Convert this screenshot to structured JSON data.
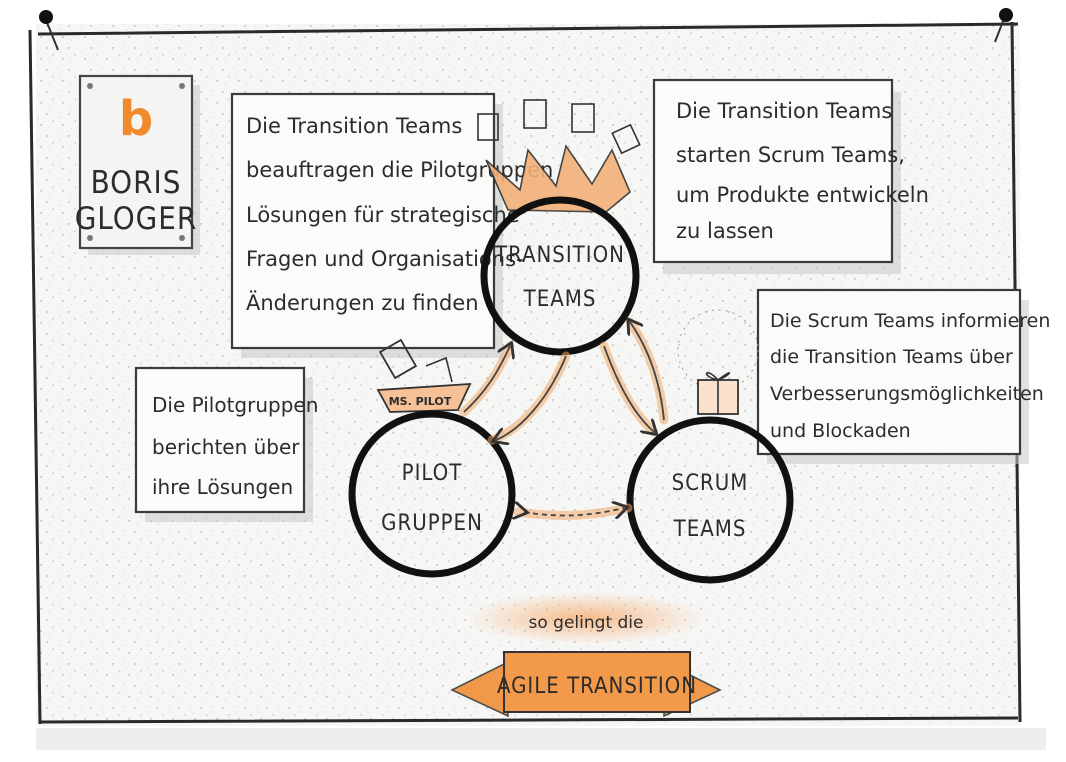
{
  "logo": {
    "mark": "b",
    "name_line1": "BORIS",
    "name_line2": "GLOGER"
  },
  "notes": {
    "transition_assigns": [
      "Die Transition Teams",
      "beauftragen die Pilotgruppen",
      "Lösungen für strategische",
      "Fragen und Organisations-",
      "Änderungen zu finden"
    ],
    "transition_starts": [
      "Die Transition Teams",
      "starten Scrum Teams,",
      "um Produkte entwickeln",
      "zu lassen"
    ],
    "scrum_informs": [
      "Die Scrum Teams informieren",
      "die Transition Teams über",
      "Verbesserungsmöglichkeiten",
      "und Blockaden"
    ],
    "pilot_reports": [
      "Die Pilotgruppen",
      "berichten über",
      "ihre Lösungen"
    ]
  },
  "circles": {
    "transition": [
      "TRANSITION",
      "TEAMS"
    ],
    "pilot": [
      "PILOT",
      "GRUPPEN"
    ],
    "scrum": [
      "SCRUM",
      "TEAMS"
    ]
  },
  "ship_label": "MS. PILOT",
  "banner": {
    "subtitle": "so gelingt die",
    "title": "AGILE TRANSITION"
  },
  "colors": {
    "accent_orange": "#f08a2c",
    "ink": "#222222",
    "board": "#fbfbfa"
  }
}
